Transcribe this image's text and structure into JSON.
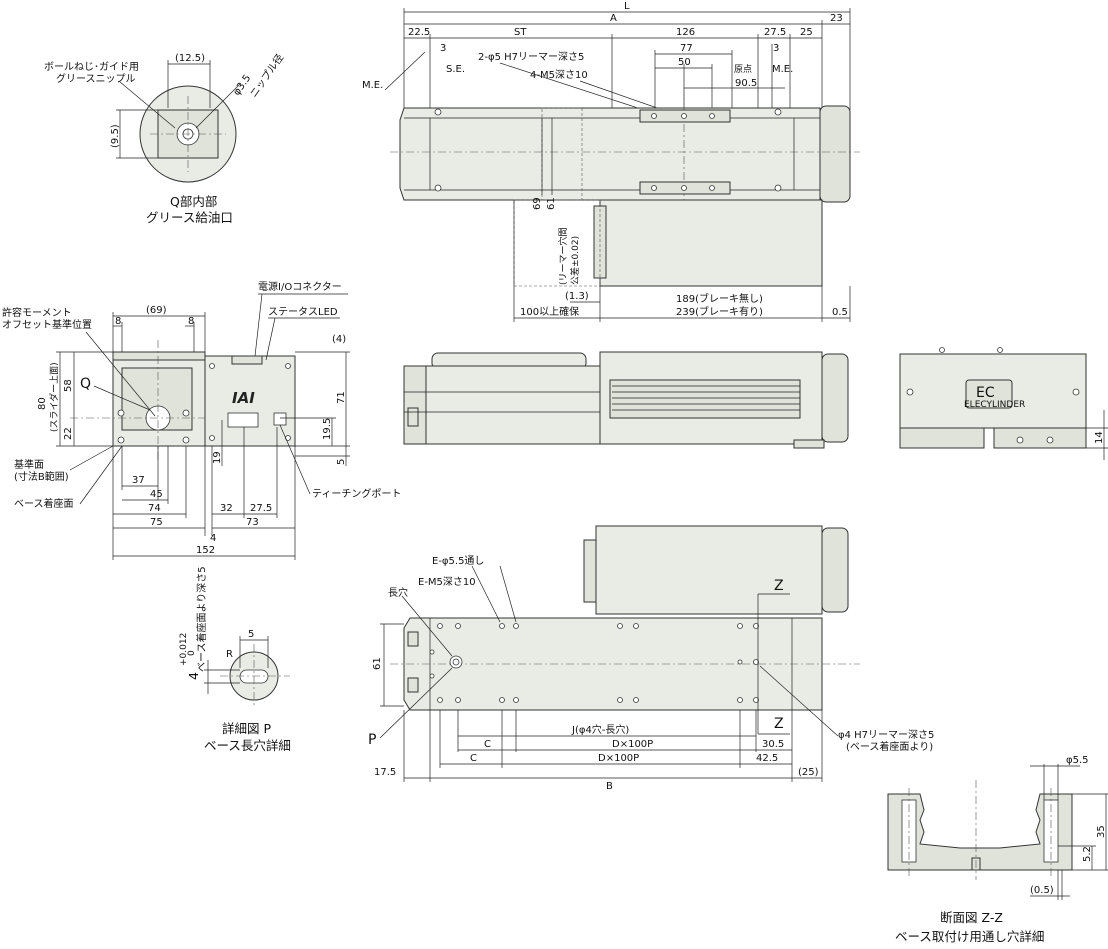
{
  "labels": {
    "L": "L",
    "A": "A",
    "ST": "ST",
    "d22_5": "22.5",
    "d126": "126",
    "d27_5": "27.5",
    "d25": "25",
    "d23": "23",
    "d3a": "3",
    "d3b": "3",
    "d77": "77",
    "d50": "50",
    "d90_5": "90.5",
    "se": "S.E.",
    "me_left": "M.E.",
    "me_right": "M.E.",
    "origin": "原点",
    "reamer2": "2-φ5 H7リーマー深さ5",
    "m5_4": "4-M5深さ10",
    "d69": "69",
    "d61": "61",
    "reamer_pitch": "(リーマー穴間",
    "reamer_tol": "公差±0.02)",
    "d1_3": "(1.3)",
    "d100": "100以上確保",
    "d189": "189(ブレーキ無し)",
    "d239": "239(ブレーキ有り)",
    "d0_5": "0.5",
    "q_12_5": "(12.5)",
    "q_9_5": "(9.5)",
    "q_phi": "φ3.5",
    "q_nipple": "ニップル径",
    "q_ball1": "ボールねじ･ガイド用",
    "q_ball2": "グリースニップル",
    "q_cap1": "Q部内部",
    "q_cap2": "グリース給油口",
    "e_69": "(69)",
    "e_8a": "8",
    "e_8b": "8",
    "e_moment1": "許容モーメント",
    "e_moment2": "オフセット基準位置",
    "e_q": "Q",
    "e_80": "80",
    "e_80s": "(スライダー上面)",
    "e_58": "58",
    "e_22": "22",
    "e_ref1": "基準面",
    "e_ref2": "(寸法B範囲)",
    "e_base": "ベース着座面",
    "e_37": "37",
    "e_45": "45",
    "e_74": "74",
    "e_75": "75",
    "e_4": "4",
    "e_152": "152",
    "e_19": "19",
    "e_32": "32",
    "e_27_5": "27.5",
    "e_73": "73",
    "e_pwr": "電源I/Oコネクター",
    "e_led": "ステータスLED",
    "e_4b": "(4)",
    "e_71": "71",
    "e_19_5": "19.5",
    "e_5": "5",
    "e_teach": "ティーチングポート",
    "logo": "IAI",
    "p_5": "5",
    "p_r": "R",
    "p_4": "4",
    "p_tol": "+0.012",
    "p_tol0": "0",
    "p_depth": "ベース着座面より深さ5",
    "p_cap1": "詳細図 P",
    "p_cap2": "ベース長穴詳細",
    "ec_brand": "ELECYLINDER",
    "ec_mark": "EC",
    "ec_14": "14",
    "b_e55": "E-φ5.5通し",
    "b_em5": "E-M5深さ10",
    "b_slot": "長穴",
    "b_61": "61",
    "b_p": "P",
    "b_z1": "Z",
    "b_z2": "Z",
    "b_j": "J(φ4穴-長穴)",
    "b_c1": "C",
    "b_c2": "C",
    "b_d1": "D×100P",
    "b_d2": "D×100P",
    "b_30_5": "30.5",
    "b_42_5": "42.5",
    "b_b": "B",
    "b_17_5": "17.5",
    "b_25": "(25)",
    "b_reamer1": "φ4 H7リーマー深さ5",
    "b_reamer2": "(ベース着座面より)",
    "z_55": "φ5.5",
    "z_52": "5.2",
    "z_35": "35",
    "z_05": "(0.5)",
    "z_cap1": "断面図 Z-Z",
    "z_cap2": "ベース取付け用通し穴詳細"
  },
  "colors": {
    "body": "#e9ece5",
    "line": "#333333",
    "dim": "#222222"
  }
}
